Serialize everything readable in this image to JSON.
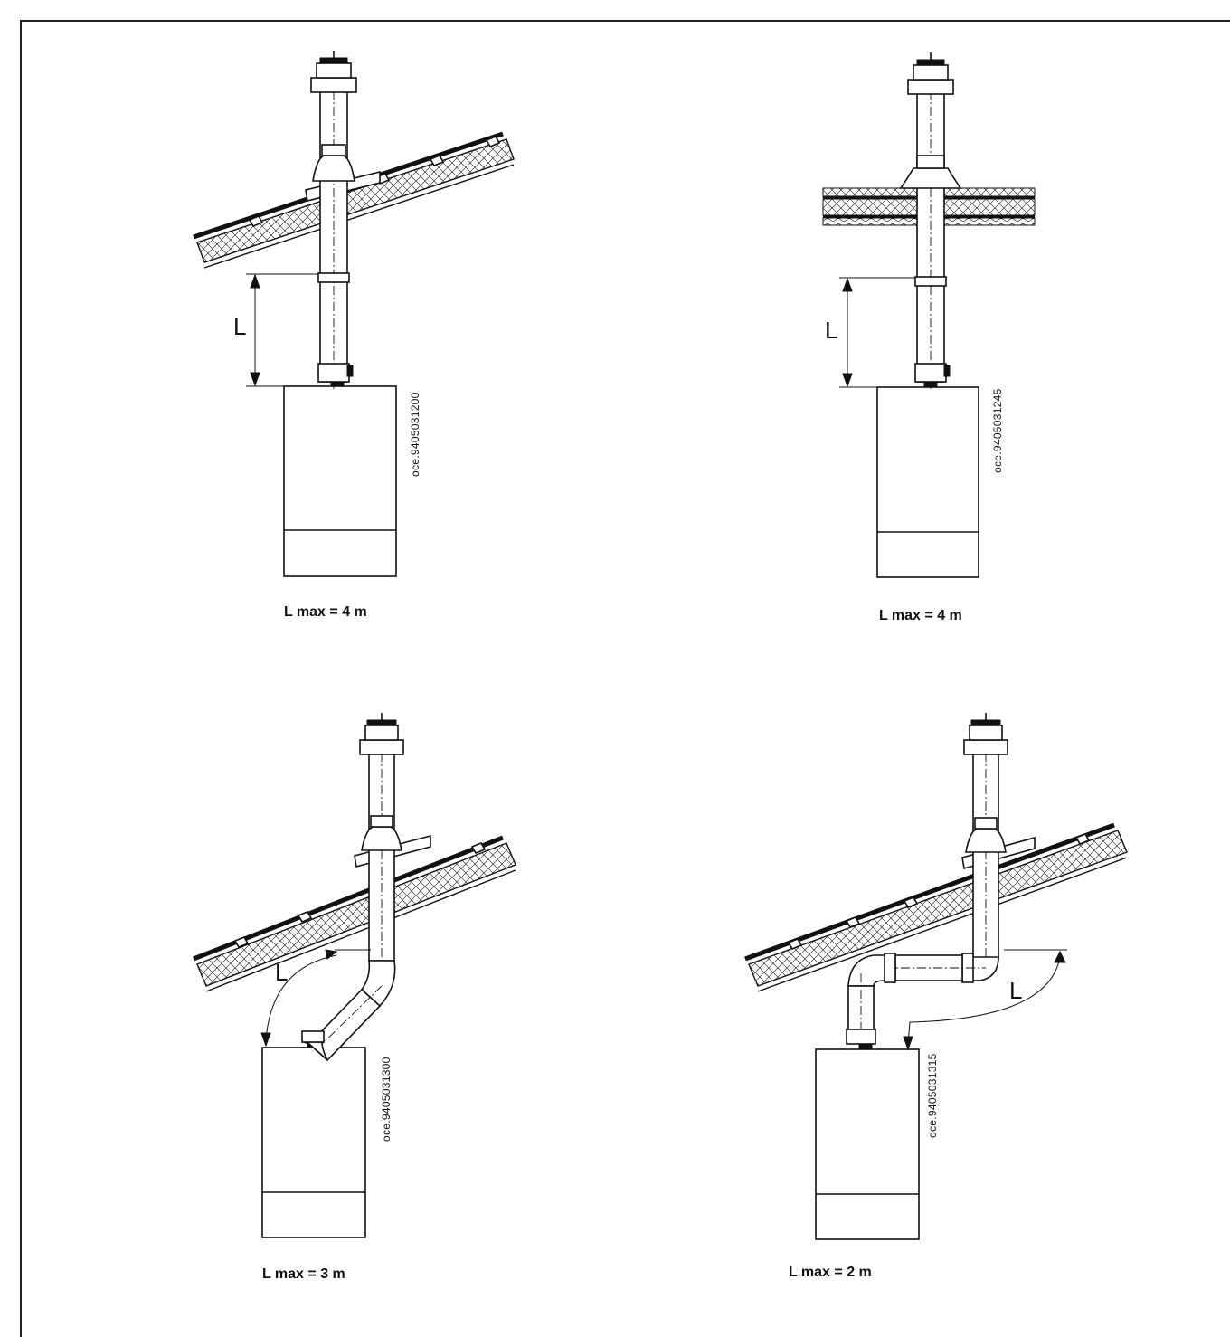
{
  "panels": [
    {
      "caption": "L max = 4 m",
      "ref_code": "oce.9405031200",
      "dim_label": "L",
      "roof": "pitched",
      "route": "vertical"
    },
    {
      "caption": "L max = 4 m",
      "ref_code": "oce.9405031245",
      "dim_label": "L",
      "roof": "flat",
      "route": "vertical"
    },
    {
      "caption": "L max = 3 m",
      "ref_code": "oce.9405031300",
      "dim_label": "L",
      "roof": "pitched",
      "route": "offset-45"
    },
    {
      "caption": "L max = 2 m",
      "ref_code": "oce.9405031315",
      "dim_label": "L",
      "roof": "pitched",
      "route": "offset-90"
    }
  ]
}
